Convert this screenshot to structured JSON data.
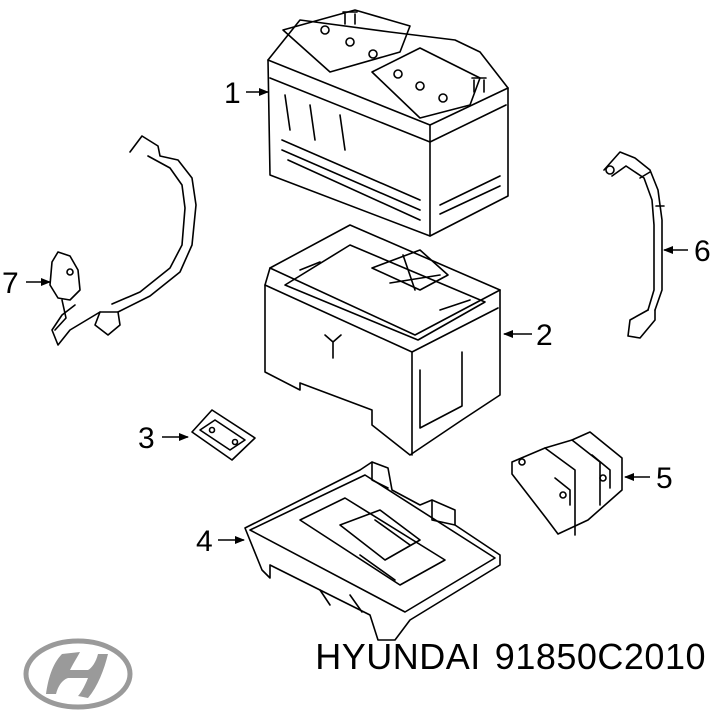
{
  "callouts": [
    "1",
    "2",
    "3",
    "4",
    "5",
    "6",
    "7"
  ],
  "caption": {
    "brand": "HYUNDAI",
    "part_number": "91850C2010"
  },
  "logo_icon": "hyundai-logo-icon",
  "colors": {
    "line": "#000000",
    "background": "#ffffff"
  }
}
